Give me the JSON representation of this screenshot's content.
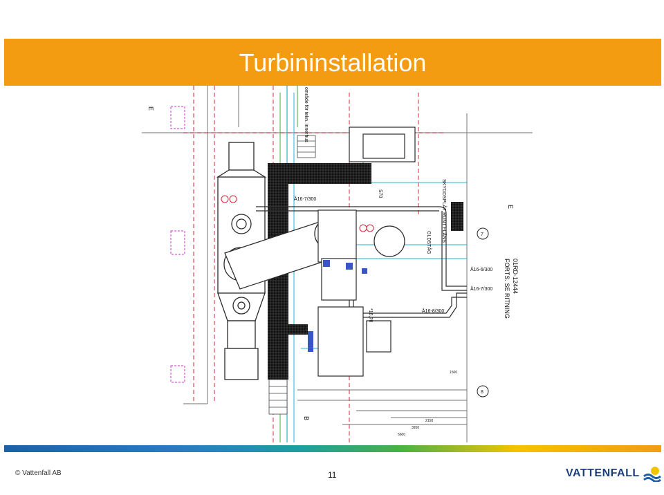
{
  "slide": {
    "title": "Turbininstallation",
    "page_number": "11",
    "copyright": "© Vattenfall AB",
    "brand": "VATTENFALL"
  },
  "drawing": {
    "labels": {
      "area_note": "område för tekn. innerhus",
      "skydd": "SKYDDSPLÅT RUNT FLÄNS",
      "forts": "FORTS. SE RITNING",
      "ritning": "01RD-12444",
      "a16_7_300_top": "Å16-7/300",
      "a16_6_300": "Å16-6/300",
      "a16_7_300_right": "Å16-7/300",
      "a16_8_300": "Å16-8/300",
      "s70": "S70",
      "gl": "GLDSTÅG",
      "s16": "*16,70",
      "mark_e_left": "E",
      "mark_e_right": "E",
      "mark_b": "B",
      "circle_7": "7",
      "circle_8": "8",
      "dim_2150": "2150",
      "dim_3950": "3950",
      "dim_5600": "5600",
      "dim_1500": "1500"
    }
  },
  "colors": {
    "title_bar": "#f39c12",
    "brand_blue": "#1d3f77"
  }
}
